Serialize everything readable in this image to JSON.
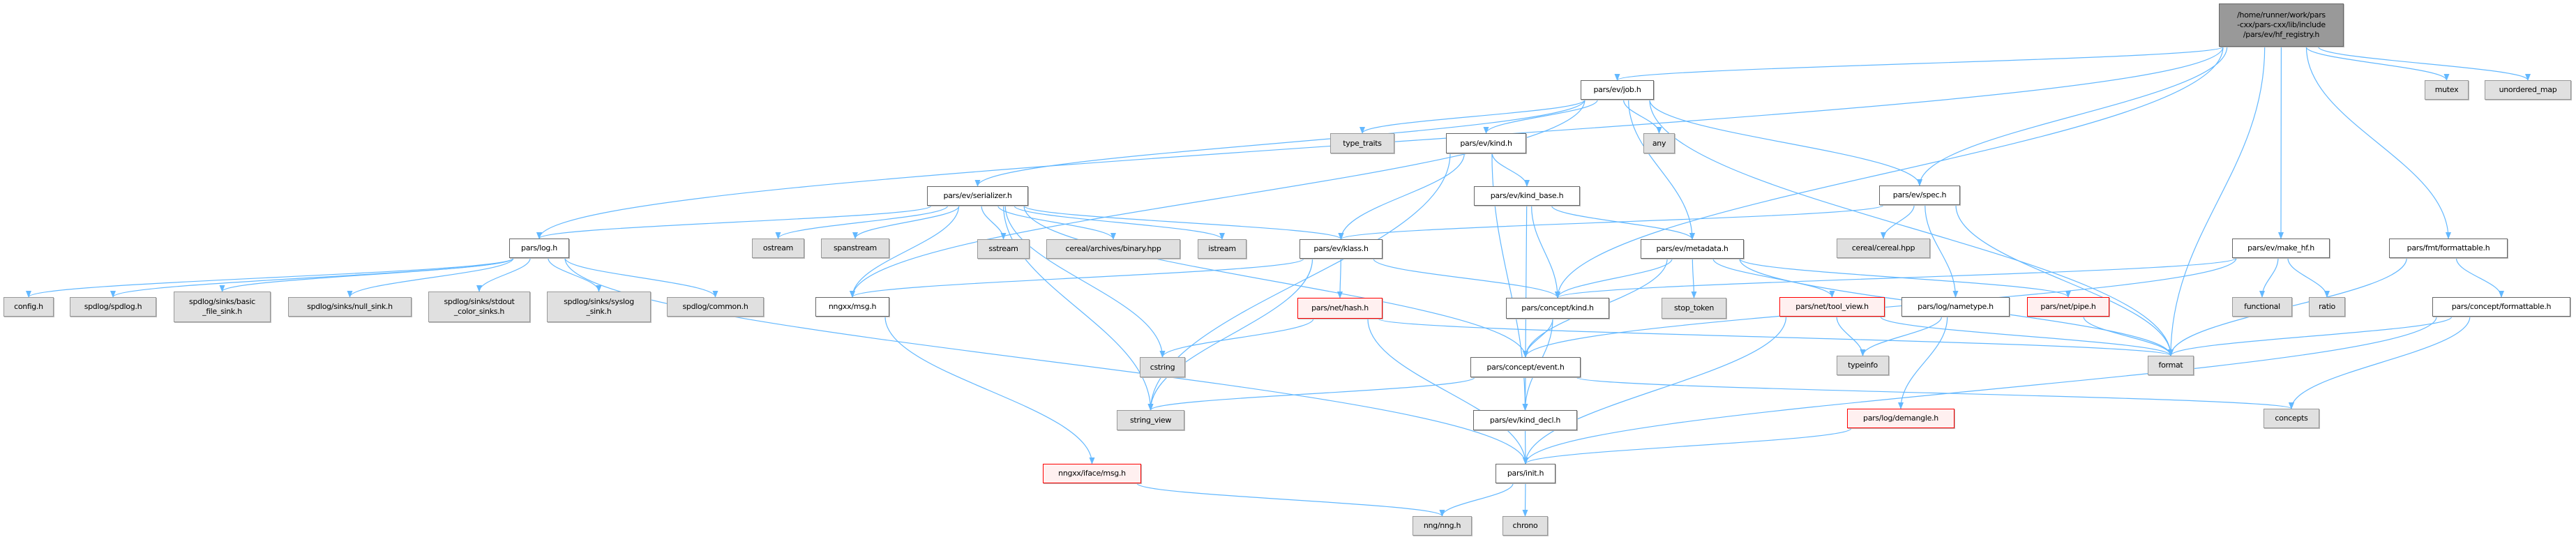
{
  "colors": {
    "edge": "#63b8ff",
    "root_fill": "#999999",
    "ext_fill": "#e0e0e0",
    "warn_border": "#ff0000"
  },
  "nodes": [
    {
      "id": "root",
      "label": "/home/runner/work/pars\n-cxx/pars-cxx/lib/include\n/pars/ev/hf_registry.h",
      "kind": "root"
    },
    {
      "id": "job",
      "label": "pars/ev/job.h",
      "kind": "local"
    },
    {
      "id": "mutex",
      "label": "mutex",
      "kind": "ext"
    },
    {
      "id": "umap",
      "label": "unordered_map",
      "kind": "ext"
    },
    {
      "id": "type_traits",
      "label": "type_traits",
      "kind": "ext"
    },
    {
      "id": "kind",
      "label": "pars/ev/kind.h",
      "kind": "local"
    },
    {
      "id": "any",
      "label": "any",
      "kind": "ext"
    },
    {
      "id": "serializer",
      "label": "pars/ev/serializer.h",
      "kind": "local"
    },
    {
      "id": "kind_base",
      "label": "pars/ev/kind_base.h",
      "kind": "local"
    },
    {
      "id": "spec",
      "label": "pars/ev/spec.h",
      "kind": "local"
    },
    {
      "id": "make_hf",
      "label": "pars/ev/make_hf.h",
      "kind": "local"
    },
    {
      "id": "fmt_formattable",
      "label": "pars/fmt/formattable.h",
      "kind": "local"
    },
    {
      "id": "log",
      "label": "pars/log.h",
      "kind": "local"
    },
    {
      "id": "ostream",
      "label": "ostream",
      "kind": "ext"
    },
    {
      "id": "spanstream",
      "label": "spanstream",
      "kind": "ext"
    },
    {
      "id": "sstream",
      "label": "sstream",
      "kind": "ext"
    },
    {
      "id": "binary",
      "label": "cereal/archives/binary.hpp",
      "kind": "ext"
    },
    {
      "id": "istream",
      "label": "istream",
      "kind": "ext"
    },
    {
      "id": "klass",
      "label": "pars/ev/klass.h",
      "kind": "local"
    },
    {
      "id": "metadata",
      "label": "pars/ev/metadata.h",
      "kind": "local"
    },
    {
      "id": "cereal",
      "label": "cereal/cereal.hpp",
      "kind": "ext"
    },
    {
      "id": "functional",
      "label": "functional",
      "kind": "ext"
    },
    {
      "id": "ratio",
      "label": "ratio",
      "kind": "ext"
    },
    {
      "id": "concept_formattable",
      "label": "pars/concept/formattable.h",
      "kind": "local"
    },
    {
      "id": "config",
      "label": "config.h",
      "kind": "ext"
    },
    {
      "id": "spdlog",
      "label": "spdlog/spdlog.h",
      "kind": "ext"
    },
    {
      "id": "basic_sink",
      "label": "spdlog/sinks/basic\n_file_sink.h",
      "kind": "ext"
    },
    {
      "id": "null_sink",
      "label": "spdlog/sinks/null_sink.h",
      "kind": "ext"
    },
    {
      "id": "stdout_sink",
      "label": "spdlog/sinks/stdout\n_color_sinks.h",
      "kind": "ext"
    },
    {
      "id": "syslog_sink",
      "label": "spdlog/sinks/syslog\n_sink.h",
      "kind": "ext"
    },
    {
      "id": "common",
      "label": "spdlog/common.h",
      "kind": "ext"
    },
    {
      "id": "nngxx_msg",
      "label": "nngxx/msg.h",
      "kind": "local"
    },
    {
      "id": "hash",
      "label": "pars/net/hash.h",
      "kind": "warn"
    },
    {
      "id": "concept_kind",
      "label": "pars/concept/kind.h",
      "kind": "local"
    },
    {
      "id": "stop_token",
      "label": "stop_token",
      "kind": "ext"
    },
    {
      "id": "tool_view",
      "label": "pars/net/tool_view.h",
      "kind": "warn"
    },
    {
      "id": "nametype",
      "label": "pars/log/nametype.h",
      "kind": "local"
    },
    {
      "id": "pipe",
      "label": "pars/net/pipe.h",
      "kind": "warn"
    },
    {
      "id": "cstring",
      "label": "cstring",
      "kind": "ext"
    },
    {
      "id": "concept_event",
      "label": "pars/concept/event.h",
      "kind": "local"
    },
    {
      "id": "typeinfo",
      "label": "typeinfo",
      "kind": "ext"
    },
    {
      "id": "format",
      "label": "format",
      "kind": "ext"
    },
    {
      "id": "string_view",
      "label": "string_view",
      "kind": "ext"
    },
    {
      "id": "kind_decl",
      "label": "pars/ev/kind_decl.h",
      "kind": "local"
    },
    {
      "id": "demangle",
      "label": "pars/log/demangle.h",
      "kind": "warn"
    },
    {
      "id": "concepts",
      "label": "concepts",
      "kind": "ext"
    },
    {
      "id": "iface_msg",
      "label": "nngxx/iface/msg.h",
      "kind": "warn"
    },
    {
      "id": "init",
      "label": "pars/init.h",
      "kind": "local"
    },
    {
      "id": "nng",
      "label": "nng/nng.h",
      "kind": "ext"
    },
    {
      "id": "chrono",
      "label": "chrono",
      "kind": "ext"
    }
  ],
  "edges": [
    [
      "root",
      "job"
    ],
    [
      "root",
      "log"
    ],
    [
      "root",
      "spec"
    ],
    [
      "root",
      "concept_kind"
    ],
    [
      "root",
      "make_hf"
    ],
    [
      "root",
      "fmt_formattable"
    ],
    [
      "root",
      "format"
    ],
    [
      "root",
      "mutex"
    ],
    [
      "root",
      "umap"
    ],
    [
      "job",
      "type_traits"
    ],
    [
      "job",
      "kind"
    ],
    [
      "job",
      "any"
    ],
    [
      "job",
      "serializer"
    ],
    [
      "job",
      "metadata"
    ],
    [
      "job",
      "spec"
    ],
    [
      "job",
      "format"
    ],
    [
      "job",
      "nngxx_msg"
    ],
    [
      "kind",
      "klass"
    ],
    [
      "kind",
      "kind_base"
    ],
    [
      "kind",
      "string_view"
    ],
    [
      "kind",
      "kind_decl"
    ],
    [
      "kind_base",
      "metadata"
    ],
    [
      "kind_base",
      "concept_kind"
    ],
    [
      "kind_base",
      "concept_event"
    ],
    [
      "serializer",
      "log"
    ],
    [
      "serializer",
      "nngxx_msg"
    ],
    [
      "serializer",
      "ostream"
    ],
    [
      "serializer",
      "spanstream"
    ],
    [
      "serializer",
      "sstream"
    ],
    [
      "serializer",
      "binary"
    ],
    [
      "serializer",
      "istream"
    ],
    [
      "serializer",
      "klass"
    ],
    [
      "serializer",
      "cstring"
    ],
    [
      "serializer",
      "string_view"
    ],
    [
      "serializer",
      "concept_event"
    ],
    [
      "spec",
      "klass"
    ],
    [
      "spec",
      "cereal"
    ],
    [
      "spec",
      "nametype"
    ],
    [
      "spec",
      "format"
    ],
    [
      "klass",
      "nngxx_msg"
    ],
    [
      "klass",
      "hash"
    ],
    [
      "klass",
      "concept_kind"
    ],
    [
      "klass",
      "string_view"
    ],
    [
      "metadata",
      "concept_kind"
    ],
    [
      "metadata",
      "concept_event"
    ],
    [
      "metadata",
      "stop_token"
    ],
    [
      "metadata",
      "tool_view"
    ],
    [
      "metadata",
      "pipe"
    ],
    [
      "metadata",
      "format"
    ],
    [
      "make_hf",
      "functional"
    ],
    [
      "make_hf",
      "ratio"
    ],
    [
      "make_hf",
      "concept_kind"
    ],
    [
      "make_hf",
      "concept_event"
    ],
    [
      "fmt_formattable",
      "concept_formattable"
    ],
    [
      "fmt_formattable",
      "format"
    ],
    [
      "concept_formattable",
      "concepts"
    ],
    [
      "concept_formattable",
      "format"
    ],
    [
      "concept_formattable",
      "init"
    ],
    [
      "log",
      "config"
    ],
    [
      "log",
      "spdlog"
    ],
    [
      "log",
      "basic_sink"
    ],
    [
      "log",
      "null_sink"
    ],
    [
      "log",
      "stdout_sink"
    ],
    [
      "log",
      "syslog_sink"
    ],
    [
      "log",
      "common"
    ],
    [
      "log",
      "init"
    ],
    [
      "nngxx_msg",
      "iface_msg"
    ],
    [
      "iface_msg",
      "nng"
    ],
    [
      "hash",
      "cstring"
    ],
    [
      "hash",
      "init"
    ],
    [
      "hash",
      "format"
    ],
    [
      "concept_kind",
      "concept_event"
    ],
    [
      "concept_kind",
      "kind_decl"
    ],
    [
      "concept_event",
      "string_view"
    ],
    [
      "concept_event",
      "kind_decl"
    ],
    [
      "concept_event",
      "concepts"
    ],
    [
      "kind_decl",
      "init"
    ],
    [
      "tool_view",
      "typeinfo"
    ],
    [
      "tool_view",
      "format"
    ],
    [
      "tool_view",
      "init"
    ],
    [
      "nametype",
      "typeinfo"
    ],
    [
      "nametype",
      "demangle"
    ],
    [
      "pipe",
      "format"
    ],
    [
      "demangle",
      "init"
    ],
    [
      "init",
      "nng"
    ],
    [
      "init",
      "chrono"
    ]
  ]
}
